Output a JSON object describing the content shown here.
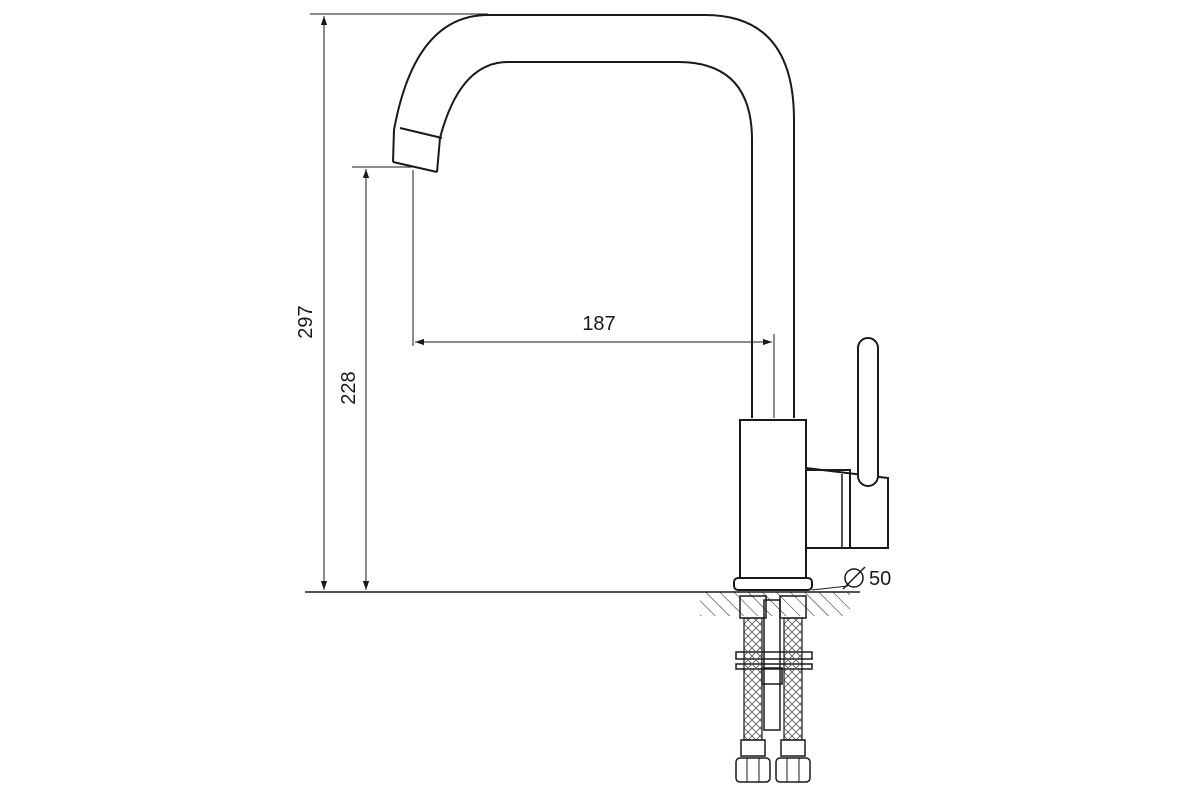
{
  "dimensions": {
    "overall_height": "297",
    "spout_height": "228",
    "spout_reach": "187",
    "base_diameter": "50"
  },
  "colors": {
    "line": "#1a1a1a",
    "background": "#ffffff"
  }
}
